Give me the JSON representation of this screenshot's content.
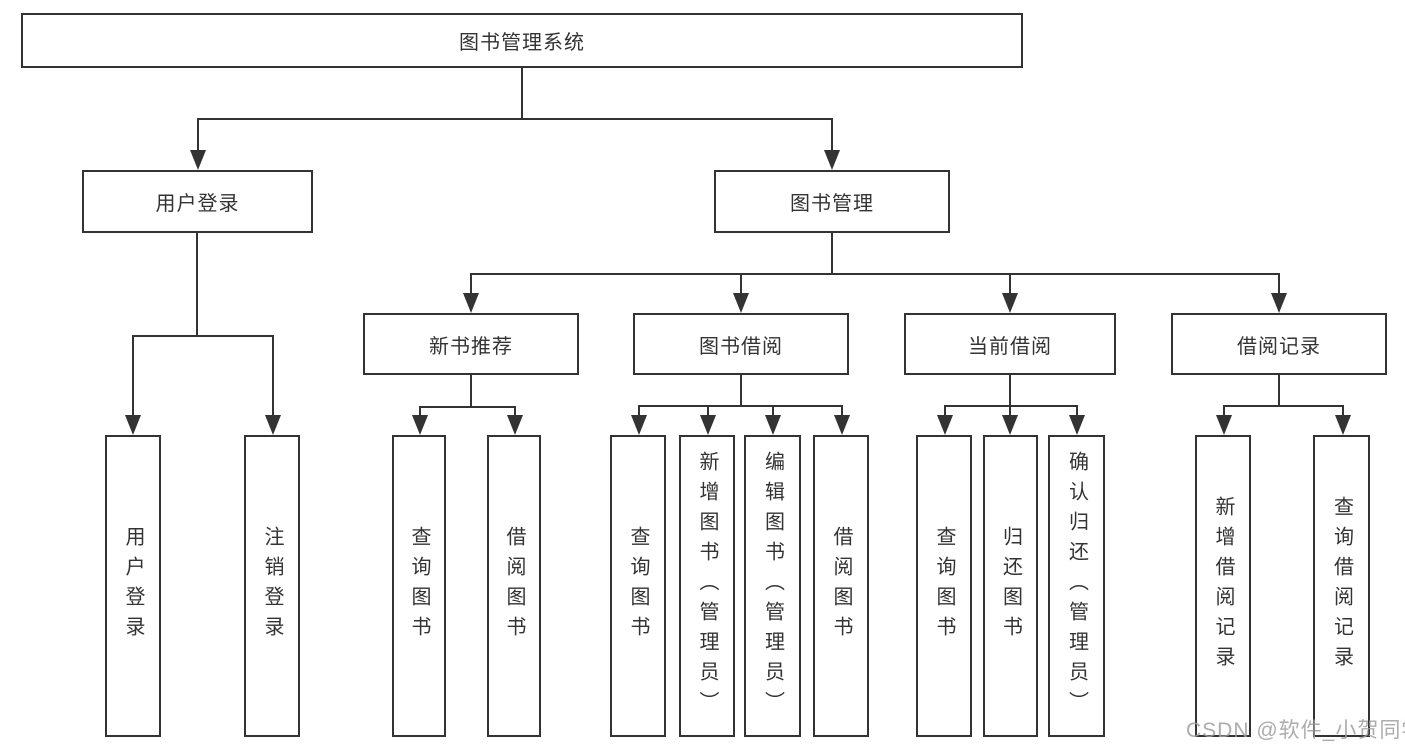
{
  "diagram": {
    "type": "hierarchy-tree",
    "colors": {
      "line": "#333333",
      "border": "#333333",
      "text": "#333333",
      "background": "#ffffff",
      "watermark": "#9e9e9e"
    },
    "root": {
      "label": "图书管理系统"
    },
    "level2": [
      {
        "label": "用户登录"
      },
      {
        "label": "图书管理"
      }
    ],
    "level3": [
      {
        "label": "新书推荐",
        "parent": "图书管理"
      },
      {
        "label": "图书借阅",
        "parent": "图书管理"
      },
      {
        "label": "当前借阅",
        "parent": "图书管理"
      },
      {
        "label": "借阅记录",
        "parent": "图书管理"
      }
    ],
    "leaves": [
      {
        "label": "用户登录",
        "parent": "用户登录"
      },
      {
        "label": "注销登录",
        "parent": "用户登录"
      },
      {
        "label": "查询图书",
        "parent": "新书推荐"
      },
      {
        "label": "借阅图书",
        "parent": "新书推荐"
      },
      {
        "label": "查询图书",
        "parent": "图书借阅"
      },
      {
        "label": "新增图书（管理员）",
        "parent": "图书借阅"
      },
      {
        "label": "编辑图书（管理员）",
        "parent": "图书借阅"
      },
      {
        "label": "借阅图书",
        "parent": "图书借阅"
      },
      {
        "label": "查询图书",
        "parent": "当前借阅"
      },
      {
        "label": "归还图书",
        "parent": "当前借阅"
      },
      {
        "label": "确认归还（管理员）",
        "parent": "当前借阅"
      },
      {
        "label": "新增借阅记录",
        "parent": "借阅记录"
      },
      {
        "label": "查询借阅记录",
        "parent": "借阅记录"
      }
    ],
    "watermark": "CSDN @软件_小贺同学"
  }
}
